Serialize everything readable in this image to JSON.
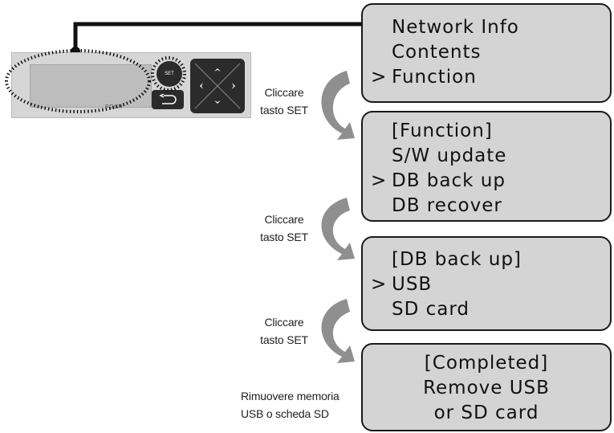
{
  "device": {
    "set_label": "SET",
    "back_glyph": "⮌",
    "brand_text": "POCR"
  },
  "screens": [
    {
      "lines": [
        "Network Info",
        "Contents",
        "Function"
      ],
      "cursor_line": 2
    },
    {
      "lines": [
        "[Function]",
        "S/W update",
        "DB back up",
        "DB recover"
      ],
      "cursor_line": 2
    },
    {
      "lines": [
        "[DB back up]",
        "USB",
        "SD card"
      ],
      "cursor_line": 1
    },
    {
      "lines": [
        "[Completed]",
        "Remove USB",
        "or SD card"
      ],
      "cursor_line": null
    }
  ],
  "cursor_glyph": ">",
  "steps": [
    {
      "caption_line1": "Cliccare",
      "caption_line2": "tasto SET"
    },
    {
      "caption_line1": "Cliccare",
      "caption_line2": "tasto SET"
    },
    {
      "caption_line1": "Cliccare",
      "caption_line2": "tasto SET"
    },
    {
      "caption_line1": "Rimuovere memoria",
      "caption_line2": "USB o scheda SD"
    }
  ],
  "colors": {
    "screen_bg": "#d4d4d4",
    "arrow_gray": "#8f8f8f",
    "connector": "#111111"
  }
}
